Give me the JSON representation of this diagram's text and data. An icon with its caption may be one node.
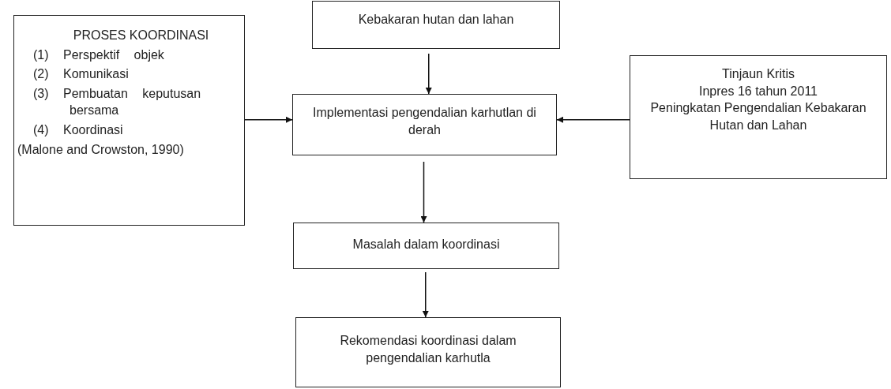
{
  "diagram": {
    "nodes": [
      {
        "text": [
          "Kebakaran hutan dan lahan"
        ]
      },
      {
        "text": [
          "PROSES KOORDINASI",
          "(1) Perspektif objek",
          "(2) Komunikasi",
          "(3) Pembuatan keputusan bersama",
          "(4) Koordinasi",
          "(Malone and Crowston, 1990)"
        ]
      },
      {
        "text": [
          "Implementasi pengendalian karhutlan di derah"
        ]
      },
      {
        "text": [
          "Tinjaun Kritis",
          "Inpres 16 tahun 2011",
          "Peningkatan Pengendalian Kebakaran Hutan dan Lahan"
        ]
      },
      {
        "text": [
          "Masalah dalam koordinasi"
        ]
      },
      {
        "text": [
          "Rekomendasi koordinasi dalam pengendalian karhutla"
        ]
      }
    ],
    "edges": [
      {
        "from": 0,
        "to": 2,
        "arrow": "to"
      },
      {
        "from": 1,
        "to": 2,
        "arrow": "to"
      },
      {
        "from": 3,
        "to": 2,
        "arrow": "to"
      },
      {
        "from": 2,
        "to": 4,
        "arrow": "to"
      },
      {
        "from": 4,
        "to": 5,
        "arrow": "to"
      }
    ]
  }
}
